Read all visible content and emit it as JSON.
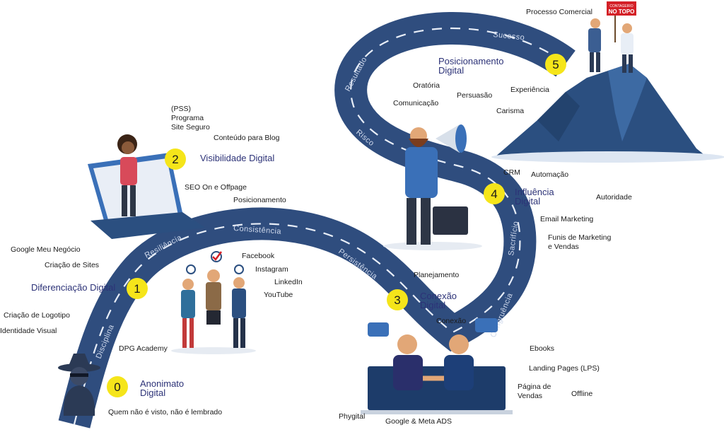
{
  "colors": {
    "road": "#2f4d7e",
    "road_dash": "#e8eef8",
    "badge": "#f5e51a",
    "title": "#2c3277",
    "mountain": "#2b4f80",
    "sign": "#d42027"
  },
  "stages": [
    {
      "number": "0",
      "title_line1": "Anonimato",
      "title_line2": "Digital",
      "caption": "Quem não é visto, não é lembrado"
    },
    {
      "number": "1",
      "title": "Diferenciação Digital"
    },
    {
      "number": "2",
      "title": "Visibilidade Digital"
    },
    {
      "number": "3",
      "title_line1": "Conexão",
      "title_line2": "Digital"
    },
    {
      "number": "4",
      "title_line1": "Influência",
      "title_line2": "Digital"
    },
    {
      "number": "5",
      "title_line1": "Posicionamento",
      "title_line2": "Digital"
    }
  ],
  "road_words": {
    "disciplina": "Disciplina",
    "resiliencia": "Resiliência",
    "consistencia": "Consistência",
    "persistencia": "Persistência",
    "congruencia": "Congruência",
    "sacrificio": "Sacrifício",
    "risco": "Risco",
    "resultado": "Resultado",
    "sucesso": "Sucesso"
  },
  "stage1_items": {
    "google_meu_negocio": "Google Meu Negócio",
    "criacao_sites": "Criação de Sites",
    "criacao_logotipo": "Criação de Logotipo",
    "identidade_visual": "Identidade Visual",
    "dpg_academy": "DPG Academy",
    "facebook": "Facebook",
    "instagram": "Instagram",
    "linkedin": "LinkedIn",
    "youtube": "YouTube"
  },
  "stage2_items": {
    "pss": "(PSS)",
    "programa": "Programa",
    "site_seguro": "Site Seguro",
    "conteudo_blog": "Conteúdo para Blog",
    "seo": "SEO On e Offpage",
    "posicionamento": "Posicionamento"
  },
  "stage3_items": {
    "planejamento": "Planejamento",
    "conexao": "Conexão",
    "phygital": "Phygital",
    "google_meta": "Google & Meta ADS"
  },
  "stage4_items": {
    "crm": "CRM",
    "automacao": "Automação",
    "autoridade": "Autoridade",
    "email_marketing": "Email Marketing",
    "funis_line1": "Funis de Marketing",
    "funis_line2": "e Vendas",
    "ebooks": "Ebooks",
    "landing_pages": "Landing Pages (LPS)",
    "pagina_line1": "Página de",
    "pagina_line2": "Vendas",
    "offline": "Offline"
  },
  "stage5_items": {
    "oratoria": "Oratória",
    "persuasao": "Persuasão",
    "experiencia": "Experiência",
    "comunicacao": "Comunicação",
    "carisma": "Carisma",
    "processo_comercial": "Processo Comercial"
  },
  "sign": {
    "line1": "CONTAGEIRO",
    "line2": "NO TOPO"
  }
}
